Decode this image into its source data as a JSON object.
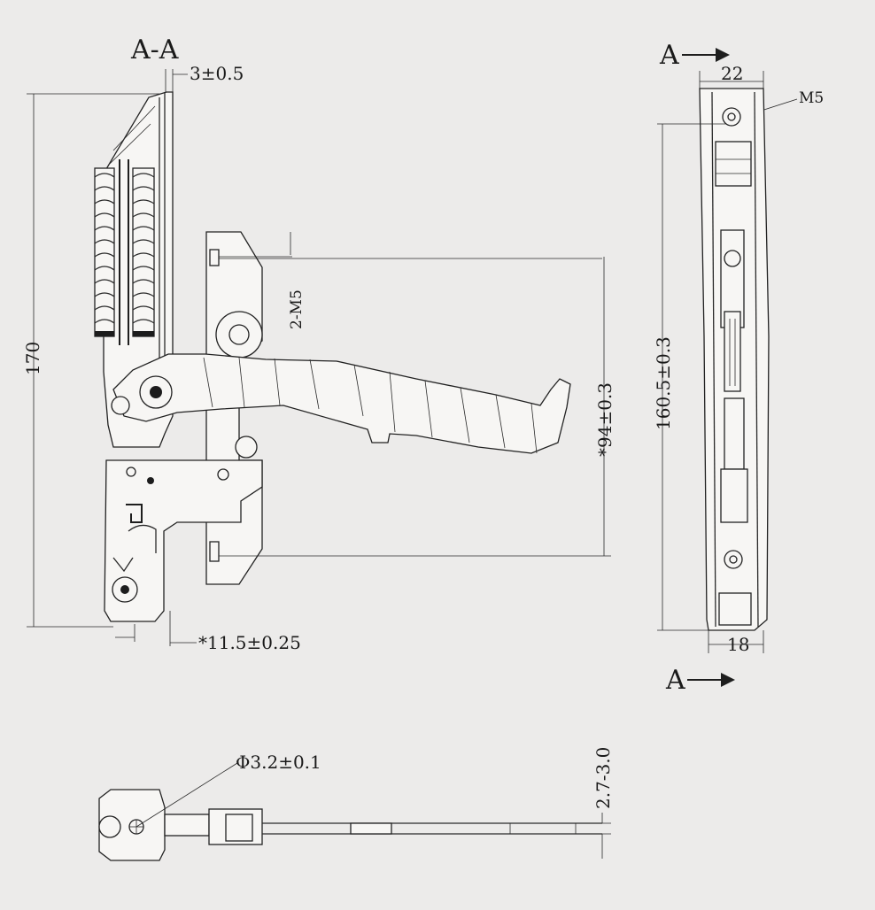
{
  "section": {
    "title": "A-A",
    "arrow_label_top": "A",
    "arrow_label_bottom": "A"
  },
  "dimensions": {
    "top_thickness": "3±0.5",
    "height_overall": "170",
    "thread_holes": "2-M5",
    "mount_height": "*94±0.3",
    "offset_bottom": "*11.5±0.25",
    "width_top": "22",
    "thread_top": "M5",
    "hole_spacing": "160.5±0.3",
    "width_bottom": "18",
    "pin_diameter": "Φ3.2±0.1",
    "plate_thickness": "2.7-3.0"
  },
  "colors": {
    "paper": "#ecebea",
    "line": "#2a2a2a"
  }
}
